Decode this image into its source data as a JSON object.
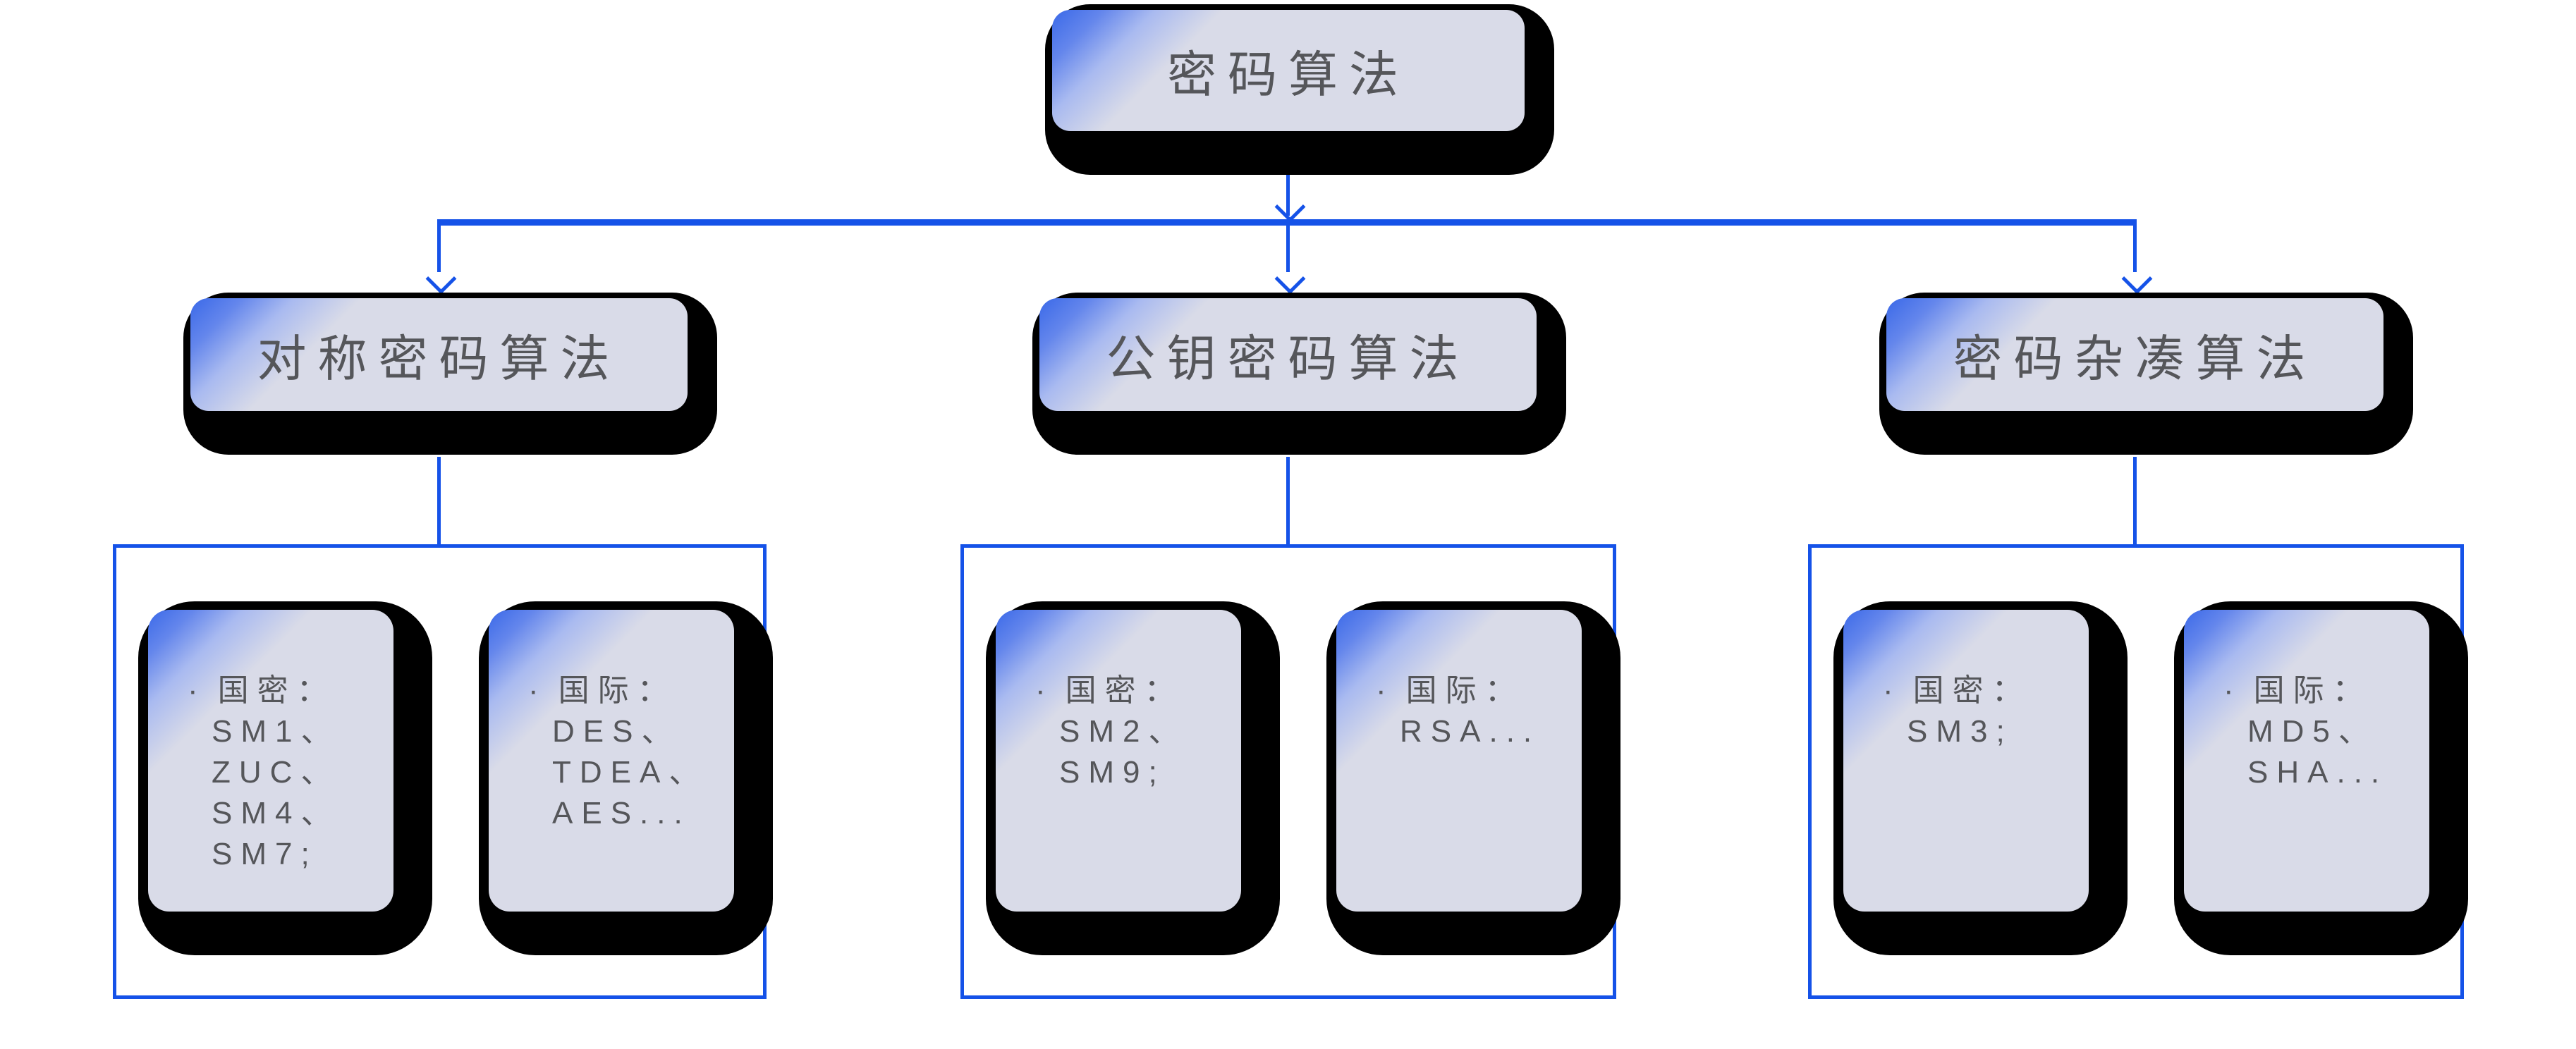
{
  "bullet": "·",
  "root": {
    "label": "密码算法"
  },
  "branches": [
    {
      "label": "对称密码算法",
      "cards": [
        {
          "label": "国密：",
          "items": [
            "SM1、",
            "ZUC、",
            "SM4、",
            "SM7;"
          ]
        },
        {
          "label": "国际：",
          "items": [
            "DES、",
            "TDEA、",
            "AES..."
          ]
        }
      ]
    },
    {
      "label": "公钥密码算法",
      "cards": [
        {
          "label": "国密：",
          "items": [
            "SM2、",
            "SM9;"
          ]
        },
        {
          "label": "国际：",
          "items": [
            "RSA..."
          ]
        }
      ]
    },
    {
      "label": "密码杂凑算法",
      "cards": [
        {
          "label": "国密：",
          "items": [
            "SM3;"
          ]
        },
        {
          "label": "国际：",
          "items": [
            "MD5、",
            "SHA..."
          ]
        }
      ]
    }
  ],
  "colors": {
    "line": "#1552e8",
    "card_fill": "#d9dbe8",
    "corner_blue": "#3a69e8",
    "shadow": "#000000",
    "text": "#55565a",
    "background": "#ffffff"
  }
}
